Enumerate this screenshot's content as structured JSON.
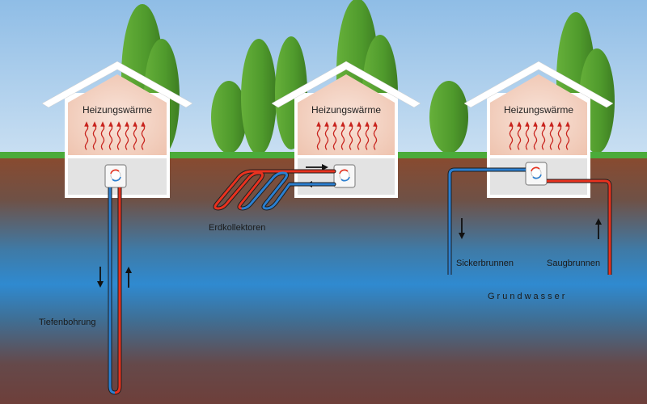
{
  "houses": [
    {
      "title": "Heizungswärme"
    },
    {
      "title": "Heizungswärme"
    },
    {
      "title": "Heizungswärme"
    }
  ],
  "labels": {
    "deep_drilling": "Tiefenbohrung",
    "ground_collectors": "Erdkollektoren",
    "injection_well": "Sickerbrunnen",
    "suction_well": "Saugbrunnen",
    "groundwater": "Grundwasser"
  },
  "colors": {
    "sky": "#a9cbe9",
    "grass": "#4bab3a",
    "soil_top": "#8a4a2e",
    "groundwater": "#2f86c7",
    "soil_bottom": "#6a4a48",
    "house_interior": "#f6d6c6",
    "hot_pipe": "#e8321f",
    "cold_pipe": "#2b7fd0",
    "heat_wave": "#c8241e",
    "tree": "#4f9a2c"
  }
}
